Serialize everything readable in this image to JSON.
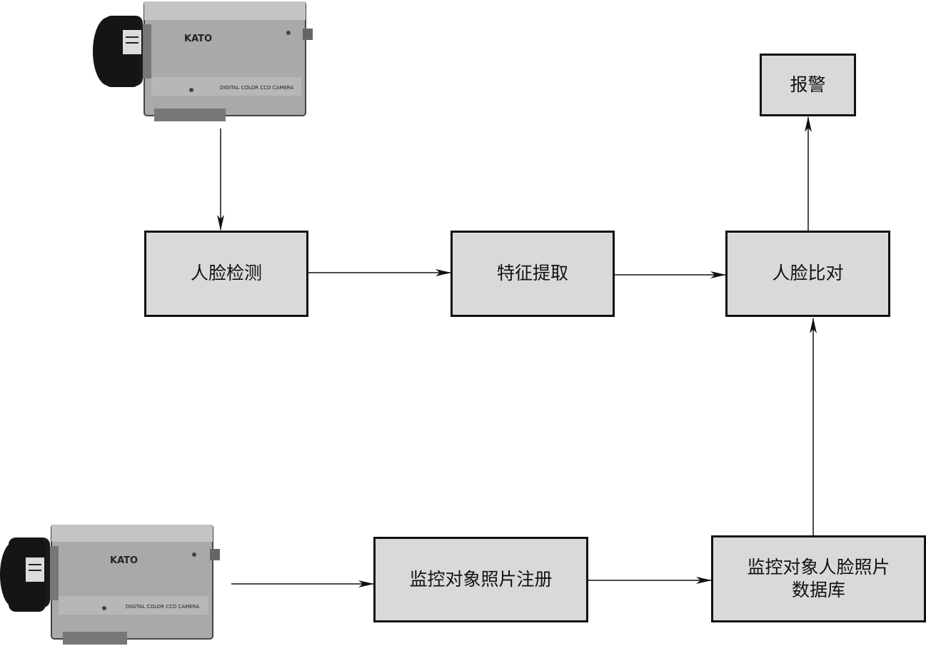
{
  "nodes": {
    "face_detection": "人脸检测",
    "feature_extraction": "特征提取",
    "face_comparison": "人脸比对",
    "alarm": "报警",
    "photo_registration": "监控对象照片注册",
    "photo_database_line1": "监控对象人脸照片",
    "photo_database_line2": "数据库"
  },
  "cameras": {
    "brand": "KATO",
    "model_text": "DIGITAL COLOR CCD CAMERA",
    "top_icon": "cctv-camera-icon",
    "bottom_icon": "cctv-camera-icon"
  },
  "colors": {
    "box_fill": "#d9d9d9",
    "stroke": "#111111",
    "camera_body": "#a9a9a9",
    "camera_lens": "#151515"
  }
}
